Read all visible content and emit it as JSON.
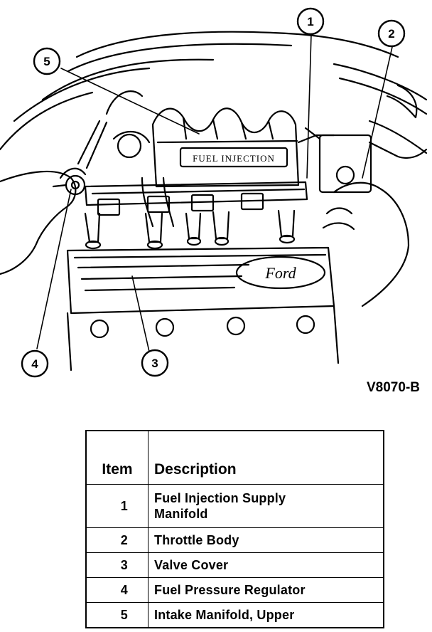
{
  "figure": {
    "code": "V8070-B",
    "engraved_text": "FUEL INJECTION",
    "logo_text": "Ford",
    "callouts": [
      "1",
      "2",
      "3",
      "4",
      "5"
    ]
  },
  "parts_table": {
    "headers": {
      "item": "Item",
      "description": "Description"
    },
    "rows": [
      {
        "item": "1",
        "description": "Fuel Injection Supply Manifold"
      },
      {
        "item": "2",
        "description": "Throttle Body"
      },
      {
        "item": "3",
        "description": "Valve Cover"
      },
      {
        "item": "4",
        "description": "Fuel Pressure Regulator"
      },
      {
        "item": "5",
        "description": "Intake Manifold, Upper"
      }
    ]
  }
}
